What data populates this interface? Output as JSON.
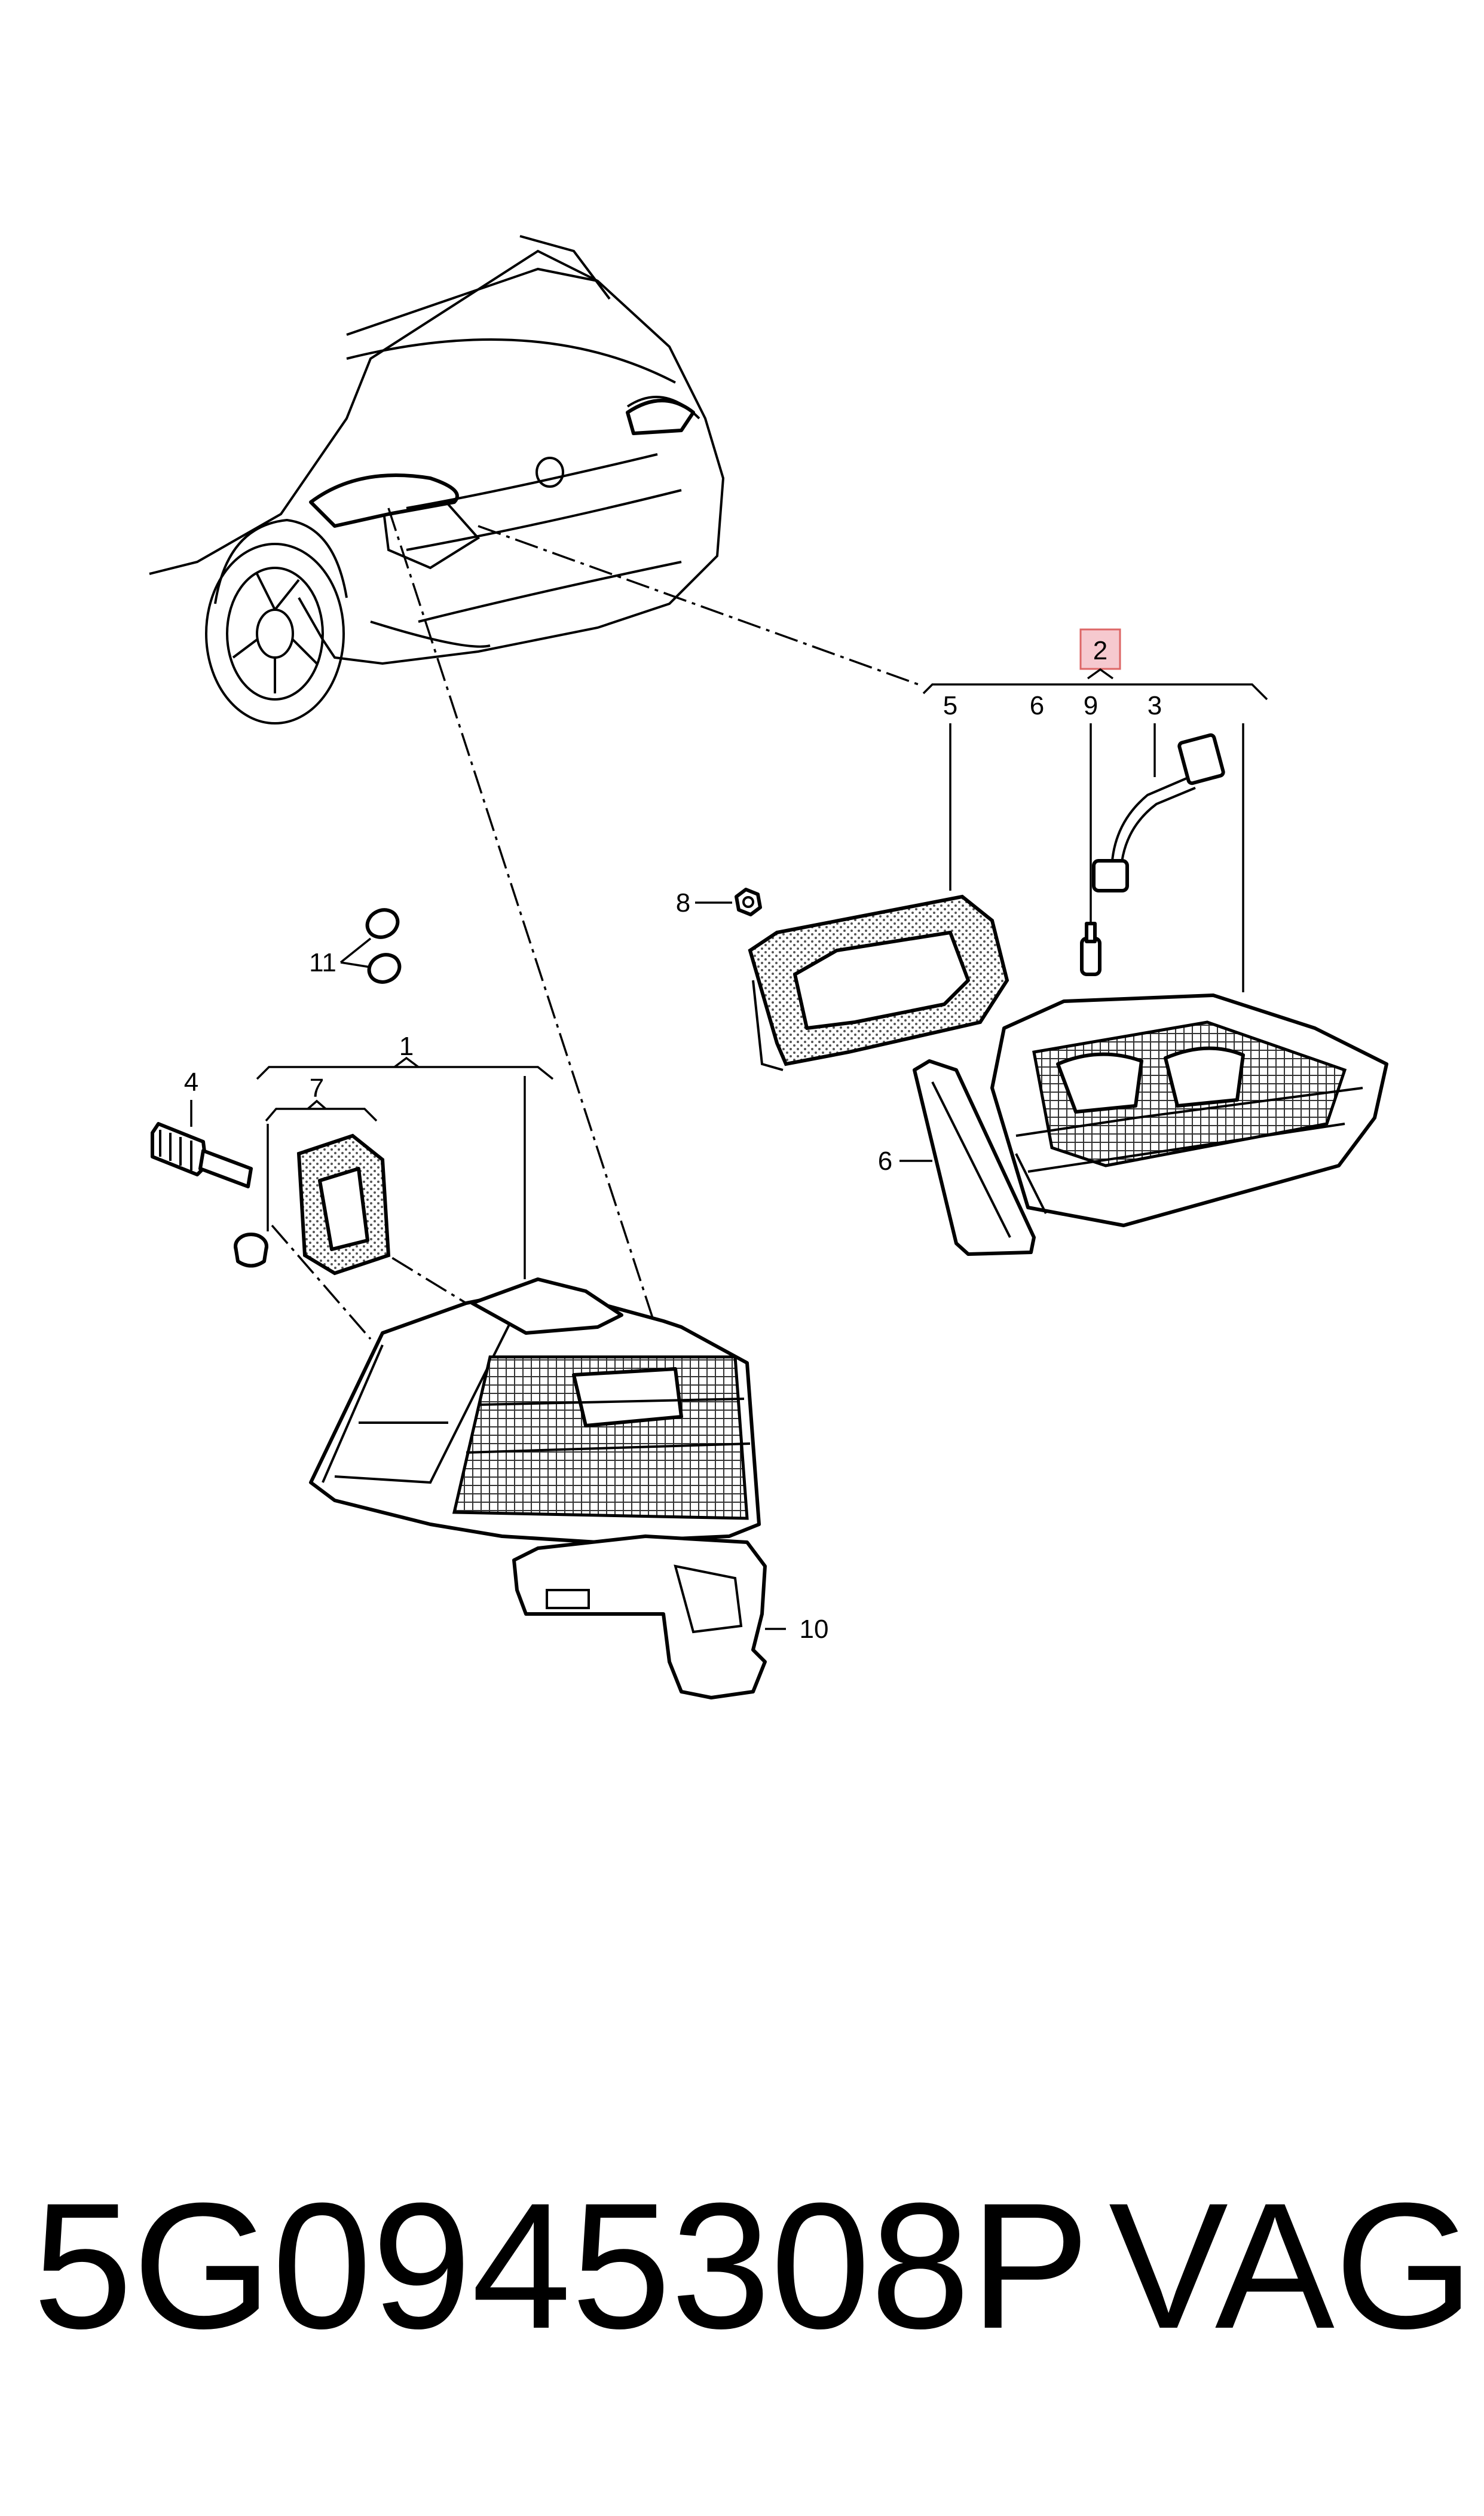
{
  "diagram": {
    "callouts": {
      "c1": "1",
      "c2": "2",
      "c3": "3",
      "c4": "4",
      "c5": "5",
      "c6a": "6",
      "c6b": "6",
      "c7": "7",
      "c8": "8",
      "c9": "9",
      "c10": "10",
      "c11": "11"
    },
    "highlight_color": "#f6c9cf"
  },
  "footer": {
    "part_number": "5G0945308P",
    "brand": "VAG"
  }
}
